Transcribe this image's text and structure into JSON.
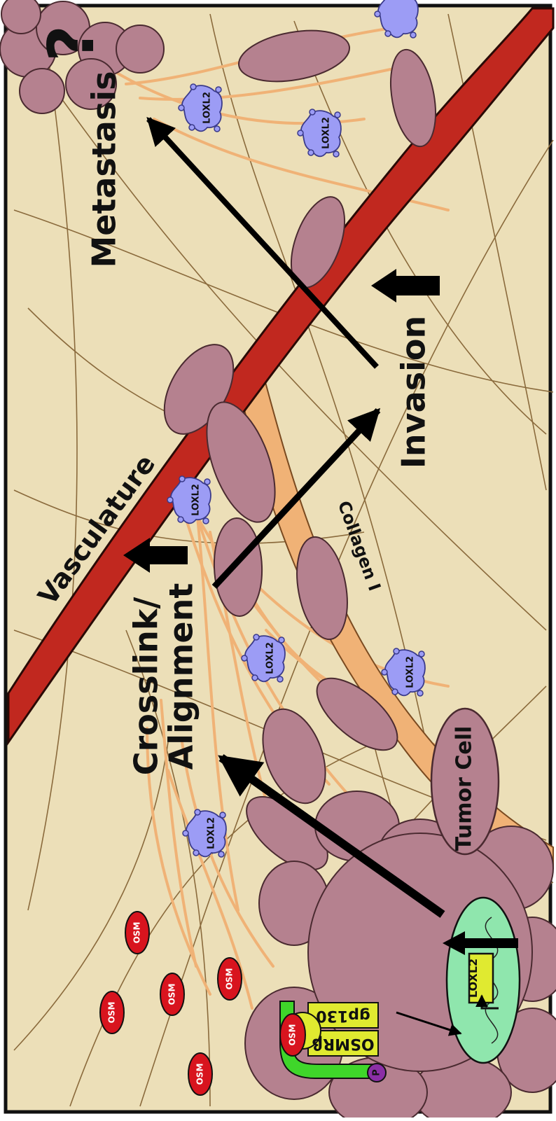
{
  "labels": {
    "metastasis": "Metastasis",
    "question": "?",
    "vasculature": "Vasculature",
    "crosslink": "Crosslink/",
    "alignment": "Alignment",
    "invasion": "Invasion",
    "collagen": "Collagen I",
    "tumor_cell": "Tumor Cell",
    "loxl2": "LOXL2",
    "osm": "OSM",
    "osmrb": "OSMRβ",
    "gp130": "gp130",
    "phospho": "P",
    "gene": "LOXL2"
  },
  "colors": {
    "background": "#ecdfb8",
    "vessel": "#c1281f",
    "cell": "#b5818f",
    "collagen": "#f0b276",
    "fiber_dark": "#8a6a3c",
    "loxl2": "#9c9cf5",
    "osm": "#d8141e",
    "nucleus": "#8fe6ad",
    "receptor_yellow": "#e0ea30",
    "receptor_green": "#3fd62a",
    "phospho": "#8b2fa6"
  }
}
